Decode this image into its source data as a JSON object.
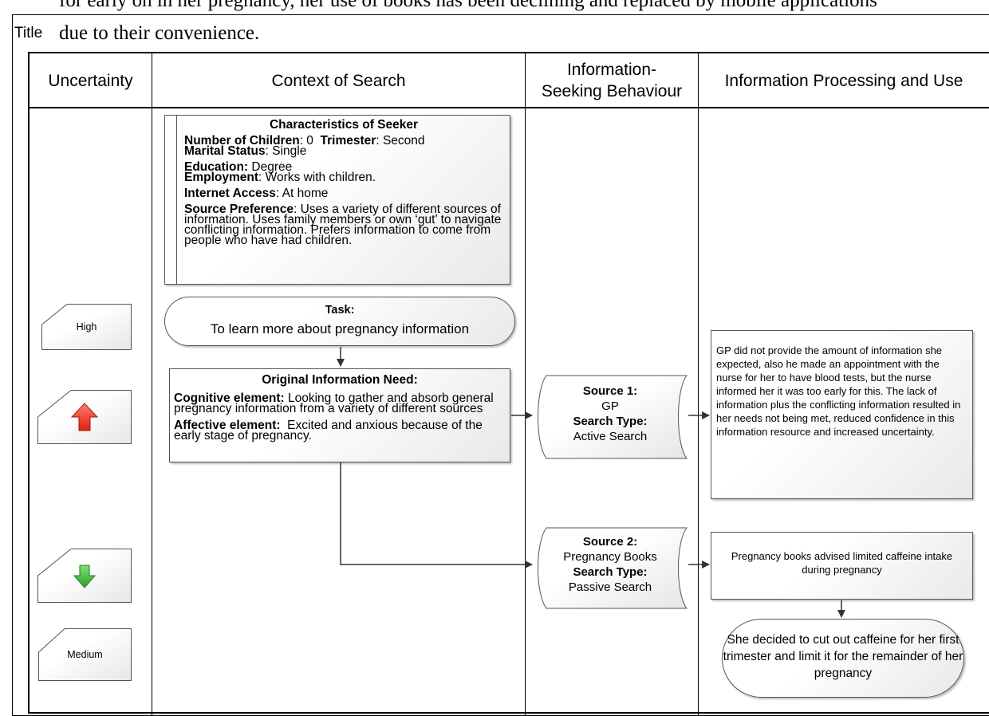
{
  "document": {
    "top_line": "for early on in her pregnancy, her use of books has been declining and replaced by mobile applications",
    "bottom_line": "due to their convenience.",
    "frame_title": "Title"
  },
  "lanes": [
    {
      "header": "Uncertainty"
    },
    {
      "header": "Context of Search"
    },
    {
      "header": "Information-\nSeeking Behaviour"
    },
    {
      "header": "Information Processing and Use"
    }
  ],
  "uncertainty_markers": [
    {
      "label": "High"
    },
    {
      "icon": "red-up-arrow-icon"
    },
    {
      "icon": "green-down-arrow-icon"
    },
    {
      "label": "Medium"
    }
  ],
  "seeker": {
    "heading": "Characteristics of Seeker",
    "children_label": "Number of Children",
    "children_value": ": 0  ",
    "trimester_label": "Trimester",
    "trimester_value": ": Second",
    "marital_label": "Marital Status",
    "marital_value": ": Single",
    "education_label": "Education:",
    "education_value": " Degree",
    "employment_label": "Employment",
    "employment_value": ": Works with children.",
    "internet_label": "Internet Access",
    "internet_value": ": At home",
    "source_label": "Source Preference",
    "source_value": ": Uses a variety of different sources of information. Uses family members or own ‘gut’ to navigate conflicting information. Prefers information to come from people who have had children."
  },
  "task": {
    "heading": "Task:",
    "text": "To learn more about pregnancy information"
  },
  "need": {
    "heading": "Original Information Need:",
    "cognitive_label": "Cognitive element:",
    "cognitive_value": " Looking to gather and absorb general pregnancy information from a variety of different sources",
    "affective_label": "Affective element:",
    "affective_value": "  Excited and anxious because of the early stage of pregnancy."
  },
  "sources": [
    {
      "title": "Source 1:",
      "name": "GP",
      "type_label": "Search Type:",
      "type": "Active Search"
    },
    {
      "title": "Source 2:",
      "name": "Pregnancy Books",
      "type_label": "Search Type:",
      "type": "Passive Search"
    }
  ],
  "processing": {
    "info1": "GP did not provide the amount of information she expected, also he made an appointment with the nurse for her to have blood tests, but the nurse informed her it was too early for this. The lack of information plus the conflicting information resulted in her needs not being met, reduced confidence in this information resource and increased uncertainty.",
    "info2": "Pregnancy books advised limited caffeine intake during pregnancy",
    "decision": "She decided to cut out caffeine for her first trimester and limit it for the remainder of her pregnancy"
  },
  "colors": {
    "up_arrow": "#ff3b2f",
    "down_arrow": "#3fbf3a",
    "box_border": "#555555"
  }
}
